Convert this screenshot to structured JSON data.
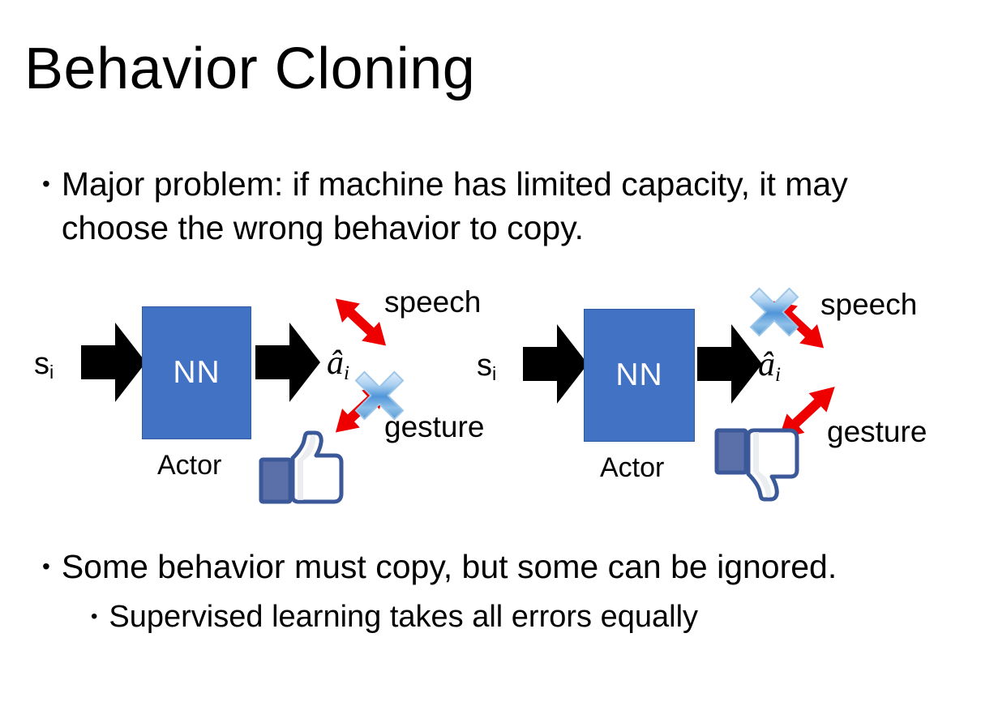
{
  "slide": {
    "title": "Behavior Cloning",
    "background_color": "#ffffff",
    "bullets": [
      {
        "marker": "•",
        "text": "Major problem: if machine has limited capacity, it may choose the wrong behavior to copy."
      },
      {
        "marker": "•",
        "text": "Some behavior must copy, but some can be ignored."
      },
      {
        "marker": "•",
        "text": "Supervised learning takes all errors equally"
      }
    ]
  },
  "colors": {
    "nn_fill": "#4272C4",
    "nn_border": "#315A9E",
    "nn_text": "#ffffff",
    "red_arrow": "#EE0000",
    "black_arrow": "#000000",
    "blue_x_light": "#CFE3F7",
    "blue_x_dark": "#2E7BC4",
    "thumb_outline": "#3B5998",
    "thumb_fill": "#ffffff",
    "thumb_cuff": "#5B6FA8",
    "text": "#000000"
  },
  "diagrams": [
    {
      "id": "left",
      "state_label": "s",
      "state_subscript": "i",
      "box_label": "NN",
      "box_caption": "Actor",
      "action_label": "â",
      "action_subscript": "i",
      "output_top_label": "speech",
      "output_bottom_label": "gesture",
      "crossed_output": "gesture",
      "feedback_icon": "thumbs-up-icon",
      "feedback_sentiment": "positive"
    },
    {
      "id": "right",
      "state_label": "s",
      "state_subscript": "i",
      "box_label": "NN",
      "box_caption": "Actor",
      "action_label": "â",
      "action_subscript": "i",
      "output_top_label": "speech",
      "output_bottom_label": "gesture",
      "crossed_output": "speech",
      "feedback_icon": "thumbs-down-icon",
      "feedback_sentiment": "negative"
    }
  ]
}
